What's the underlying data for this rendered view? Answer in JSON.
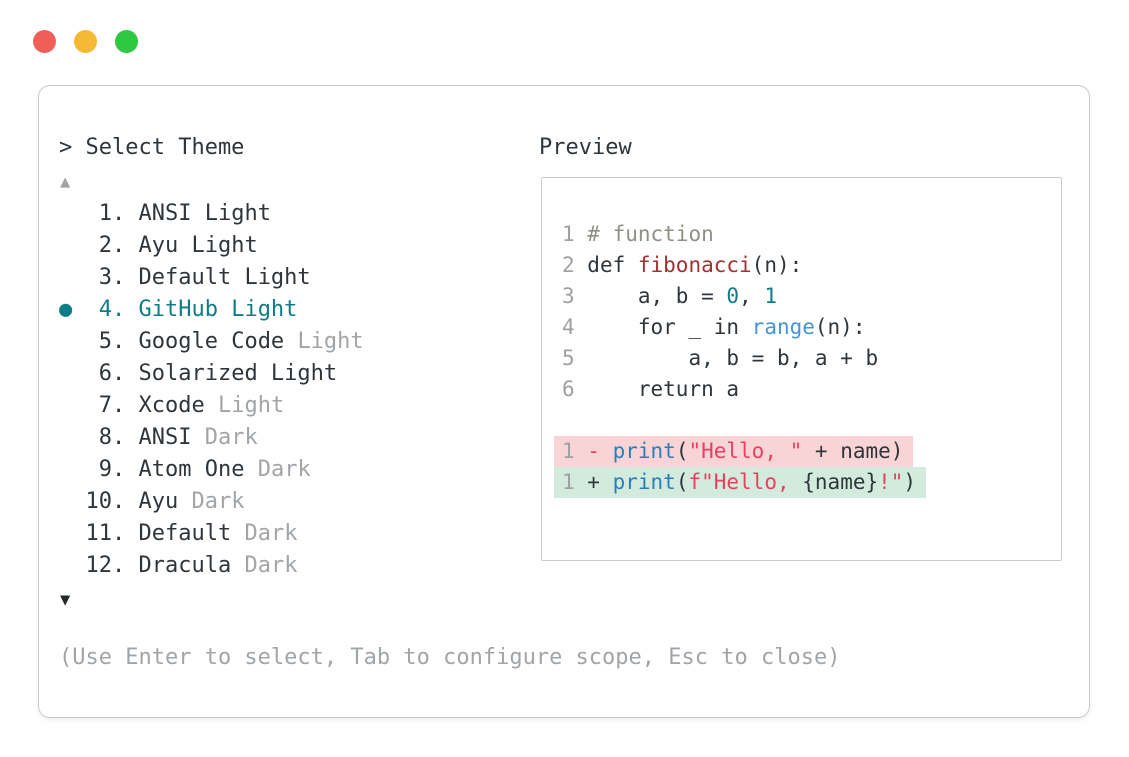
{
  "window": {
    "traffic_lights": [
      {
        "name": "close",
        "color": "#f05f57"
      },
      {
        "name": "minimize",
        "color": "#f5b935"
      },
      {
        "name": "zoom",
        "color": "#2ec940"
      }
    ]
  },
  "palette": {
    "text": "#2f363b",
    "dim": "#a2a5a8",
    "accent_teal": "#0e7d87",
    "comment": "#8d9284",
    "function_red": "#a33030",
    "number_teal": "#0f7d88",
    "builtin_blue": "#4594da",
    "call_blue": "#2a7fb8",
    "string_crimson": "#e8415f",
    "removed_bg": "#f8d4d7",
    "added_bg": "#d3ebdc"
  },
  "selector": {
    "title": "> Select Theme",
    "scroll_up_indicator": "▲",
    "scroll_down_indicator": "▼",
    "selected_bullet": "●",
    "items": [
      {
        "number": "1",
        "name": "ANSI Light",
        "dim_suffix": "",
        "selected": false
      },
      {
        "number": "2",
        "name": "Ayu Light",
        "dim_suffix": "",
        "selected": false
      },
      {
        "number": "3",
        "name": "Default Light",
        "dim_suffix": "",
        "selected": false
      },
      {
        "number": "4",
        "name": "GitHub Light",
        "dim_suffix": "",
        "selected": true
      },
      {
        "number": "5",
        "name": "Google Code",
        "dim_suffix": "Light",
        "selected": false
      },
      {
        "number": "6",
        "name": "Solarized Light",
        "dim_suffix": "",
        "selected": false
      },
      {
        "number": "7",
        "name": "Xcode",
        "dim_suffix": "Light",
        "selected": false
      },
      {
        "number": "8",
        "name": "ANSI",
        "dim_suffix": "Dark",
        "selected": false
      },
      {
        "number": "9",
        "name": "Atom One",
        "dim_suffix": "Dark",
        "selected": false
      },
      {
        "number": "10",
        "name": "Ayu",
        "dim_suffix": "Dark",
        "selected": false
      },
      {
        "number": "11",
        "name": "Default",
        "dim_suffix": "Dark",
        "selected": false
      },
      {
        "number": "12",
        "name": "Dracula",
        "dim_suffix": "Dark",
        "selected": false
      }
    ],
    "hint": "(Use Enter to select, Tab to configure scope, Esc to close)"
  },
  "preview": {
    "label": "Preview",
    "lines": [
      {
        "num": "1",
        "diff": "",
        "segments": [
          {
            "t": "# function",
            "c": "comment"
          }
        ]
      },
      {
        "num": "2",
        "diff": "",
        "segments": [
          {
            "t": "def ",
            "c": "text"
          },
          {
            "t": "fibonacci",
            "c": "function_red"
          },
          {
            "t": "(n):",
            "c": "text"
          }
        ]
      },
      {
        "num": "3",
        "diff": "",
        "segments": [
          {
            "t": "    a, b = ",
            "c": "text"
          },
          {
            "t": "0",
            "c": "number_teal"
          },
          {
            "t": ", ",
            "c": "text"
          },
          {
            "t": "1",
            "c": "number_teal"
          }
        ]
      },
      {
        "num": "4",
        "diff": "",
        "segments": [
          {
            "t": "    for _ in ",
            "c": "text"
          },
          {
            "t": "range",
            "c": "builtin_blue"
          },
          {
            "t": "(n):",
            "c": "text"
          }
        ]
      },
      {
        "num": "5",
        "diff": "",
        "segments": [
          {
            "t": "        a, b = b, a + b",
            "c": "text"
          }
        ]
      },
      {
        "num": "6",
        "diff": "",
        "segments": [
          {
            "t": "    return a",
            "c": "text"
          }
        ]
      },
      {
        "num": "",
        "diff": "",
        "segments": []
      },
      {
        "num": "1",
        "diff": "removed",
        "segments": [
          {
            "t": "- ",
            "c": "string_crimson"
          },
          {
            "t": "print",
            "c": "call_blue"
          },
          {
            "t": "(",
            "c": "text"
          },
          {
            "t": "\"Hello, \"",
            "c": "string_crimson"
          },
          {
            "t": " + name)",
            "c": "text"
          }
        ]
      },
      {
        "num": "1",
        "diff": "added",
        "segments": [
          {
            "t": "+ ",
            "c": "text"
          },
          {
            "t": "print",
            "c": "call_blue"
          },
          {
            "t": "(",
            "c": "text"
          },
          {
            "t": "f\"Hello, ",
            "c": "string_crimson"
          },
          {
            "t": "{name}",
            "c": "text"
          },
          {
            "t": "!\"",
            "c": "string_crimson"
          },
          {
            "t": ")",
            "c": "text"
          }
        ]
      }
    ]
  }
}
